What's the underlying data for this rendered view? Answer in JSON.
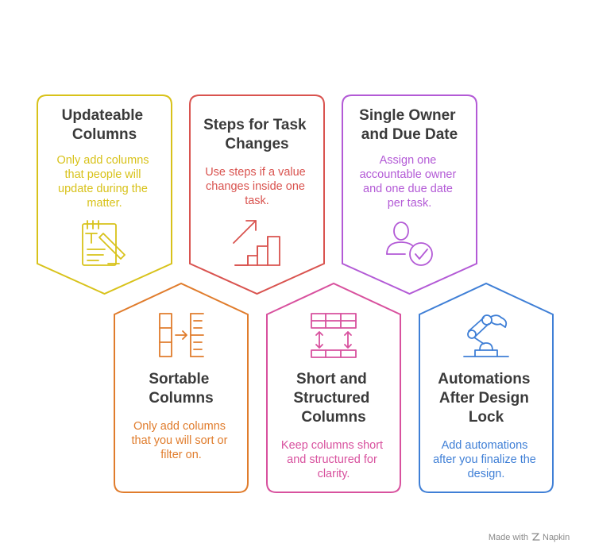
{
  "cards": [
    {
      "id": "updateable-columns",
      "title_lines": [
        "Updateable",
        "Columns"
      ],
      "body_lines": [
        "Only add columns",
        "that people will",
        "update during the",
        "matter."
      ],
      "color": "#d8c21a",
      "icon": "document-pencil-icon"
    },
    {
      "id": "steps-for-task-changes",
      "title_lines": [
        "Steps for Task",
        "Changes"
      ],
      "body_lines": [
        "Use steps if a value",
        "changes inside one",
        "task."
      ],
      "color": "#d9534f",
      "icon": "stairs-arrow-icon"
    },
    {
      "id": "single-owner-due-date",
      "title_lines": [
        "Single Owner",
        "and Due Date"
      ],
      "body_lines": [
        "Assign one",
        "accountable owner",
        "and one due date",
        "per task."
      ],
      "color": "#b35ad6",
      "icon": "user-check-icon"
    },
    {
      "id": "sortable-columns",
      "title_lines": [
        "Sortable",
        "Columns"
      ],
      "body_lines": [
        "Only add columns",
        "that you will sort or",
        "filter on."
      ],
      "color": "#e07c2c",
      "icon": "columns-sort-icon"
    },
    {
      "id": "short-structured-columns",
      "title_lines": [
        "Short and",
        "Structured",
        "Columns"
      ],
      "body_lines": [
        "Keep columns short",
        "and structured for",
        "clarity."
      ],
      "color": "#d8519e",
      "icon": "table-resize-icon"
    },
    {
      "id": "automations-after-design-lock",
      "title_lines": [
        "Automations",
        "After Design",
        "Lock"
      ],
      "body_lines": [
        "Add automations",
        "after you finalize the",
        "design."
      ],
      "color": "#3f7fd6",
      "icon": "robot-arm-icon"
    }
  ],
  "footer": {
    "made_with": "Made with",
    "brand": "Napkin"
  }
}
